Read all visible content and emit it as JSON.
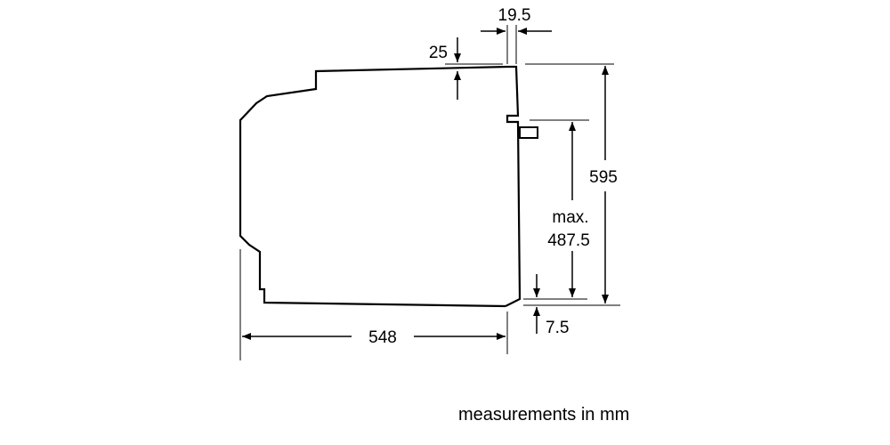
{
  "dimensions": {
    "front_panel_thickness": "19.5",
    "top_clearance": "25",
    "total_height": "595",
    "max_label": "max.",
    "max_value": "487.5",
    "depth": "548",
    "bottom_offset": "7.5"
  },
  "footer": {
    "note": "measurements in mm"
  },
  "colors": {
    "line": "#000000",
    "background": "#ffffff"
  }
}
